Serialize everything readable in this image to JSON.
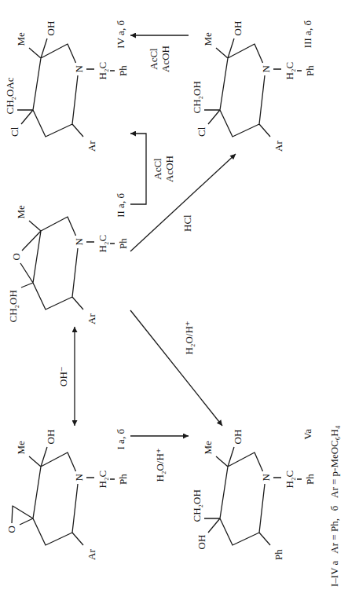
{
  "diagram": {
    "nodes": [
      {
        "text": [
          "I a, б"
        ]
      },
      {
        "text": [
          "II a, б"
        ]
      },
      {
        "text": [
          "IV a, б"
        ]
      },
      {
        "text": [
          "Va"
        ]
      },
      {
        "text": [
          "III a, б"
        ]
      }
    ],
    "edges": [
      {
        "from": 0,
        "to": 1,
        "arrow": "both",
        "label": "OH⁻"
      },
      {
        "from": 1,
        "to": 2,
        "arrow": "to",
        "label": "AcCl AcOH"
      },
      {
        "from": 1,
        "to": 4,
        "arrow": "to",
        "label": "HCl"
      },
      {
        "from": 4,
        "to": 2,
        "arrow": "to",
        "label": "AcCl AcOH"
      },
      {
        "from": 1,
        "to": 3,
        "arrow": "to",
        "label": "H₂O/H⁺"
      },
      {
        "from": 0,
        "to": 3,
        "arrow": "to",
        "label": "H₂O/H⁺"
      }
    ],
    "labels": [
      "O",
      "Me",
      "OH",
      "Ar",
      "N",
      "H₂C",
      "Ph",
      "CH₂OH",
      "O",
      "Me",
      "Ar",
      "N",
      "H₂C",
      "Ph",
      "Cl",
      "CH₂OAc",
      "Me",
      "OH",
      "Ar",
      "N",
      "H₂C",
      "Ph",
      "OH",
      "CH₂OH",
      "Me",
      "OH",
      "Ph",
      "N",
      "H₂C",
      "Ph",
      "Cl",
      "CH₂OH",
      "Me",
      "OH",
      "Ar",
      "N",
      "H₂C",
      "Ph",
      "I–IV a   Ar = Ph,   б   Ar = p-MeOC₆H₄"
    ]
  }
}
